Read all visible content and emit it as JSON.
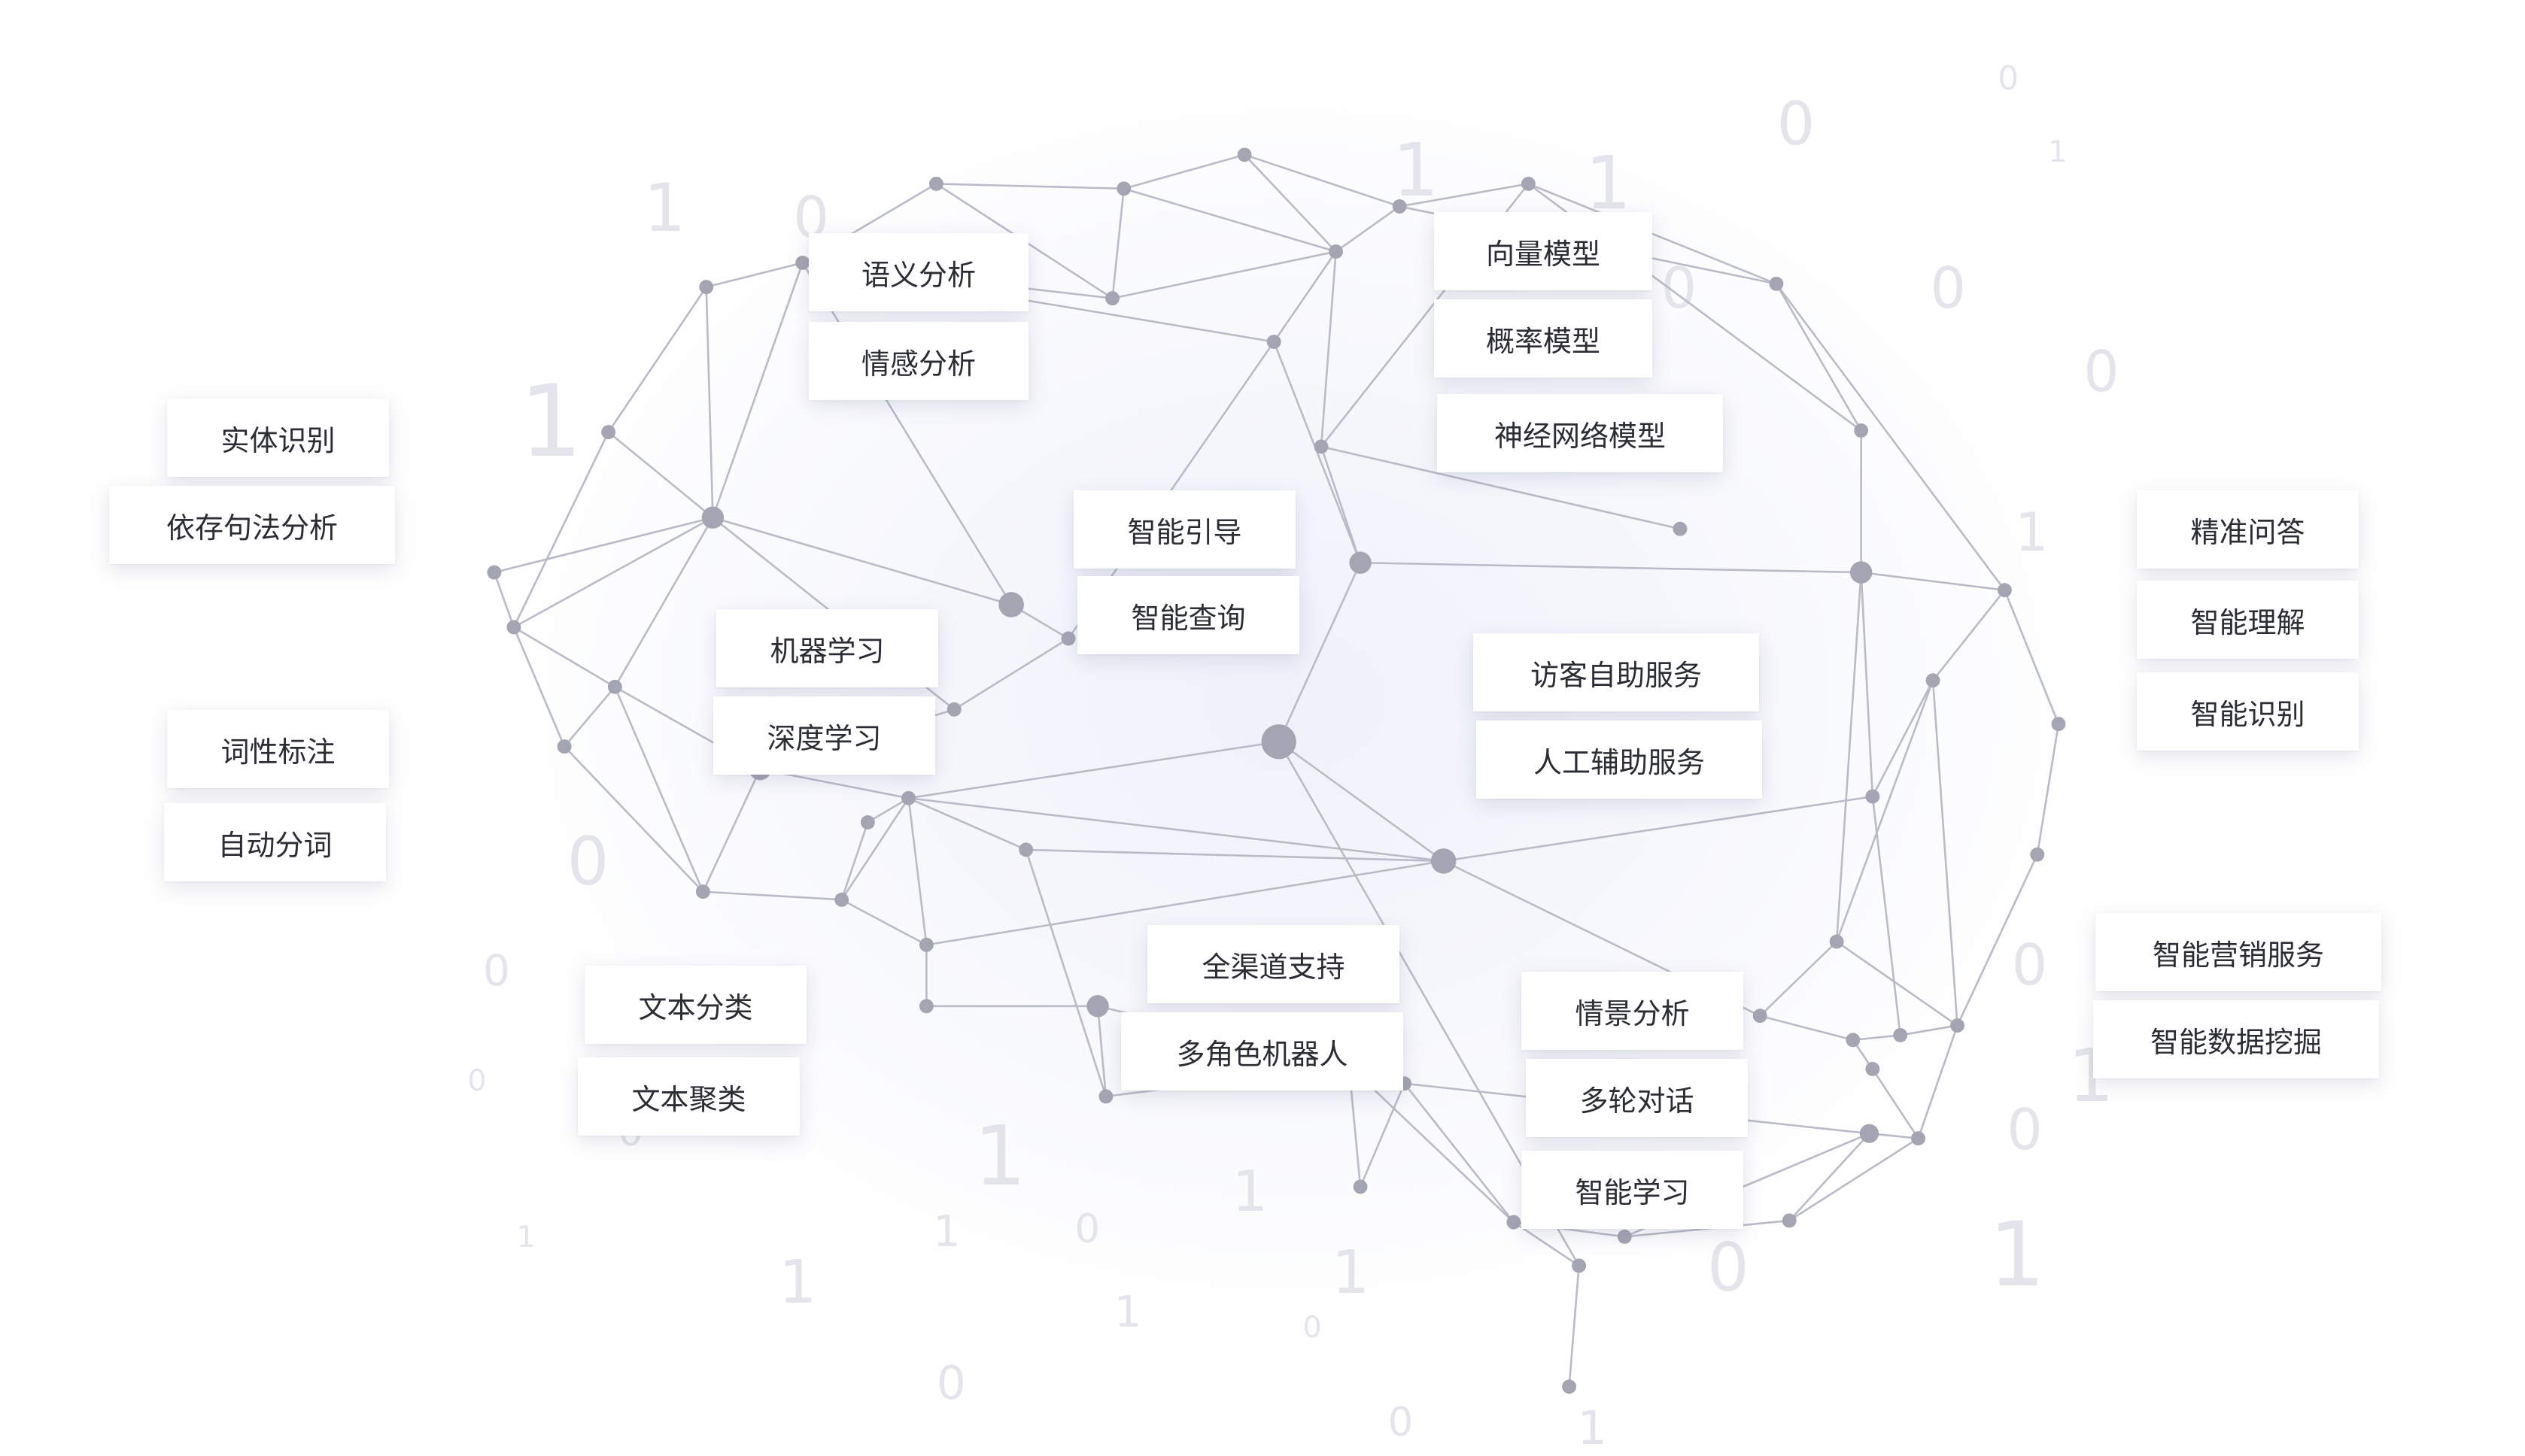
{
  "colors": {
    "line": "#b9bbc8",
    "node": "#a3a5b3",
    "digit": "#e4e5ec",
    "text": "#2b2d35"
  },
  "labels": {
    "semantic_analysis": "语义分析",
    "sentiment_analysis": "情感分析",
    "vector_model": "向量模型",
    "probability_model": "概率模型",
    "neural_network_model": "神经网络模型",
    "entity_recognition": "实体识别",
    "dependency_parsing": "依存句法分析",
    "smart_guide": "智能引导",
    "smart_query": "智能查询",
    "machine_learning": "机器学习",
    "deep_learning": "深度学习",
    "visitor_self_service": "访客自助服务",
    "human_assist_service": "人工辅助服务",
    "precise_qa": "精准问答",
    "smart_understanding": "智能理解",
    "smart_recognition": "智能识别",
    "pos_tagging": "词性标注",
    "word_segmentation": "自动分词",
    "text_classification": "文本分类",
    "text_clustering": "文本聚类",
    "omnichannel_support": "全渠道支持",
    "multi_role_bot": "多角色机器人",
    "scenario_analysis": "情景分析",
    "multi_turn_dialog": "多轮对话",
    "smart_learning": "智能学习",
    "smart_marketing_service": "智能营销服务",
    "smart_data_mining": "智能数据挖掘"
  }
}
